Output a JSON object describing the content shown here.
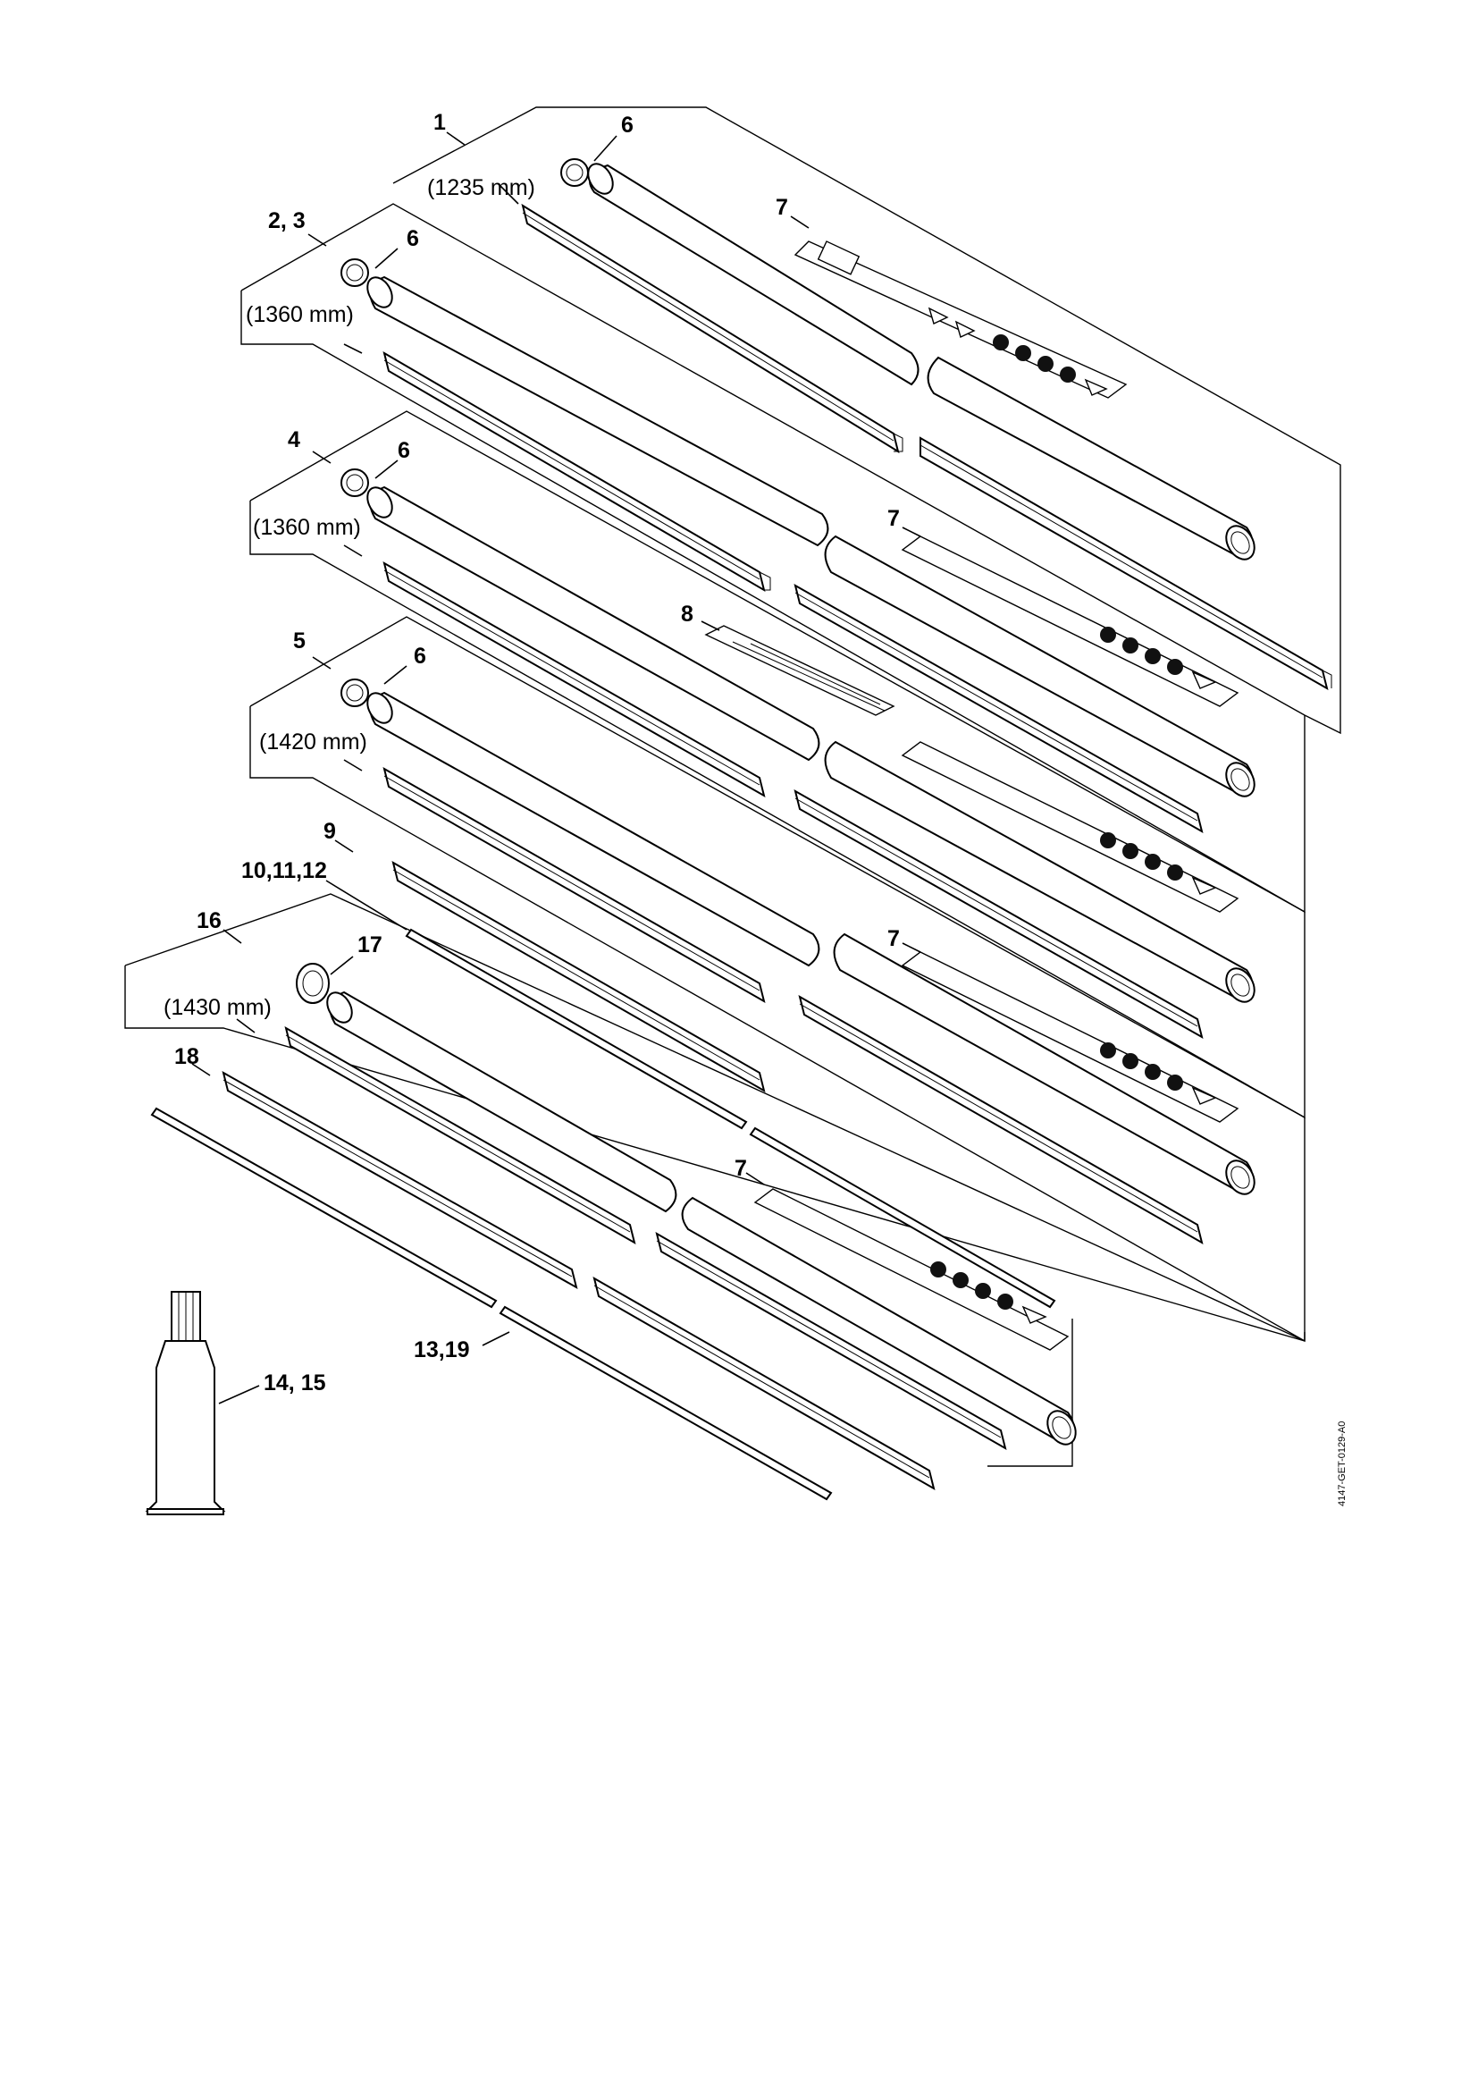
{
  "diagram_code": "4147-GET-0129-A0",
  "callouts": {
    "c1": "1",
    "c2_3": "2, 3",
    "c4": "4",
    "c5": "5",
    "c6": "6",
    "c7": "7",
    "c8": "8",
    "c9": "9",
    "c10_12": "10,11,12",
    "c13_19": "13,19",
    "c14_15": "14, 15",
    "c16": "16",
    "c17": "17",
    "c18": "18"
  },
  "dimensions": {
    "d1": "(1235 mm)",
    "d2": "(1360 mm)",
    "d3": "(1360 mm)",
    "d4": "(1420 mm)",
    "d5": "(1430 mm)"
  }
}
